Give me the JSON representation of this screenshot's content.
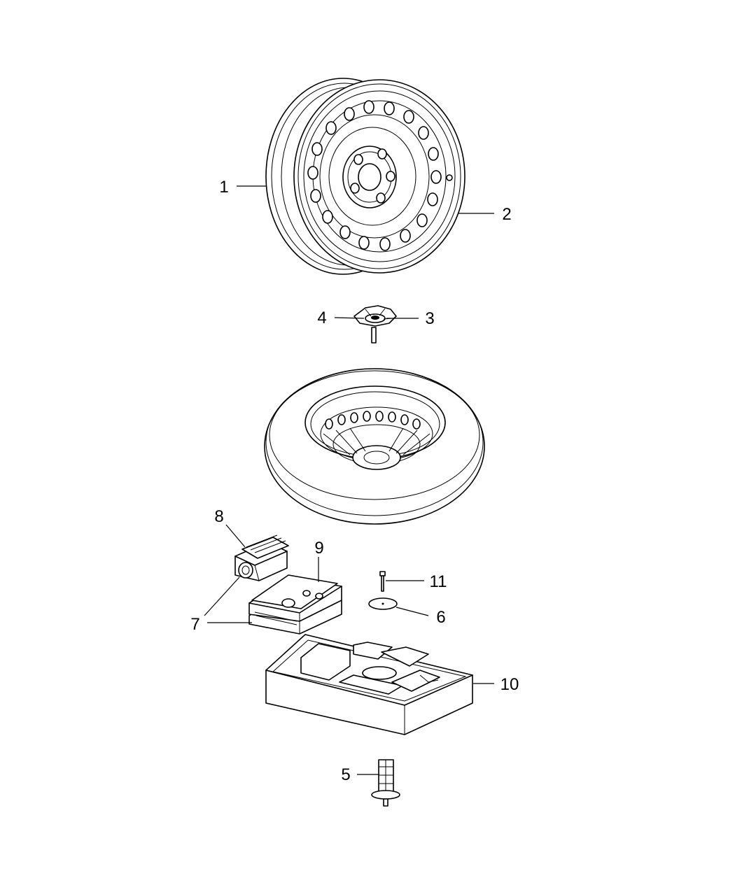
{
  "callouts": {
    "c1": "1",
    "c2": "2",
    "c3": "3",
    "c4": "4",
    "c5": "5",
    "c6": "6",
    "c7": "7",
    "c8": "8",
    "c9": "9",
    "c10": "10",
    "c11": "11"
  },
  "colors": {
    "line": "#000000",
    "background": "#ffffff"
  }
}
